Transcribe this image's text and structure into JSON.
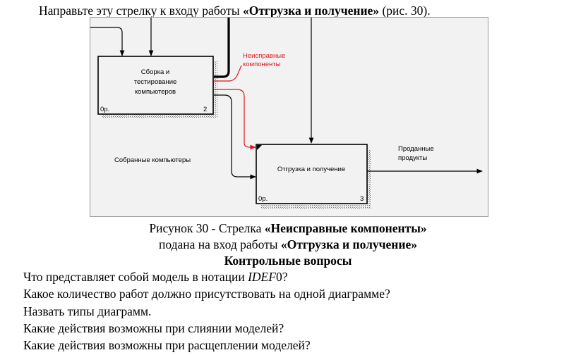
{
  "intro": {
    "prefix": "Направьте эту стрелку к входу работы ",
    "bold": "«Отгрузка и получение»",
    "suffix": " (рис. 30)."
  },
  "diagram": {
    "box1": {
      "lines": [
        "Сборка и",
        "тестирование",
        "компьютеров"
      ],
      "ref": "0р.",
      "num": "2"
    },
    "box2": {
      "label": "Отгрузка и получение",
      "ref": "0р.",
      "num": "3"
    },
    "arrow_faulty": [
      "Неисправные",
      "компоненты"
    ],
    "arrow_assembled": "Собранные компьютеры",
    "arrow_sold": [
      "Проданные",
      "продукты"
    ],
    "colors": {
      "highlight": "#e0141e",
      "box_fill": "#f2f2f2",
      "shadow": "#8a8a8a"
    }
  },
  "caption": {
    "line1_prefix": "Рисунок 30 - Стрелка ",
    "line1_bold": "«Неисправные компоненты»",
    "line2_prefix": "подана на вход работы ",
    "line2_bold": "«Отгрузка и получение»"
  },
  "questions_heading": "Контрольные вопросы",
  "questions": {
    "q1_prefix": "Что представляет собой модель в нотации ",
    "q1_italic": "IDEF",
    "q1_suffix": "0?",
    "q2": "Какое количество работ должно присутствовать на одной диаграмме?",
    "q3": "Назвать типы диаграмм.",
    "q4": "Какие действия возможны при слиянии моделей?",
    "q5": "Какие действия возможны при расщеплении моделей?"
  }
}
